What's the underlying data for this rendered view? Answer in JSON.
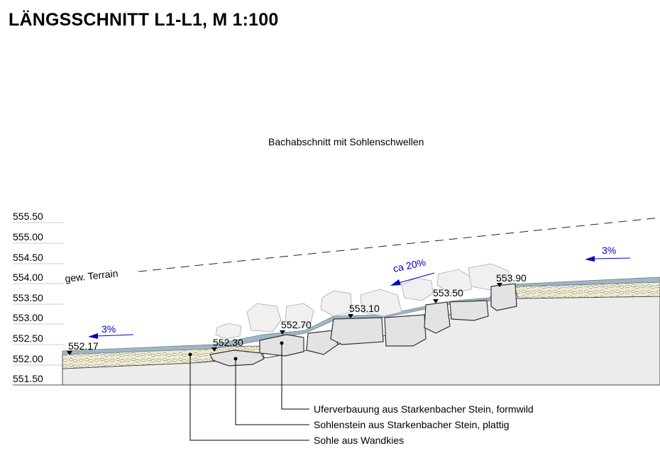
{
  "title": "LÄNGSSCHNITT L1-L1, M 1:100",
  "subtitle": "Bachabschnitt mit Sohlenschwellen",
  "scale_levels": [
    "555.50",
    "555.00",
    "554.50",
    "554.00",
    "553.50",
    "553.00",
    "552.50",
    "552.00",
    "551.50"
  ],
  "terrain_label": "gew. Terrain",
  "gradients": {
    "left": "3%",
    "middle": "ca 20%",
    "right": "3%"
  },
  "elevation_marks": [
    "552.17",
    "552.30",
    "552.70",
    "553.10",
    "553.50",
    "553.90"
  ],
  "legend": {
    "bank": "Uferverbauung aus Starkenbacher Stein, formwild",
    "sill": "Sohlenstein aus Starkenbacher Stein, plattig",
    "bed": "Sohle aus Wandkies"
  },
  "colors": {
    "water": "#9fb6c3",
    "gravel": "#efe9c9",
    "ground": "#ececec",
    "stone": "#e3e3e3",
    "arrow": "#0000cc"
  }
}
